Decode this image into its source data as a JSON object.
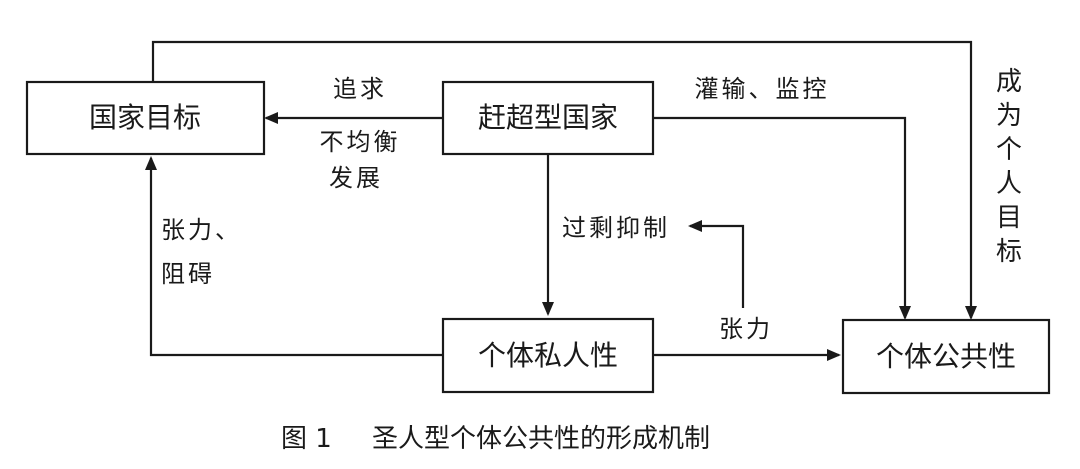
{
  "nodes": {
    "national_goal": "国家目标",
    "catch_up_state": "赶超型国家",
    "private_nature": "个体私人性",
    "public_nature": "个体公共性"
  },
  "edges": {
    "pursuit": "追求",
    "uneven_line1": "不均衡",
    "uneven_line2": "发展",
    "indoctrinate": "灌输、监控",
    "become_goal_chars": [
      "成",
      "为",
      "个",
      "人",
      "目",
      "标"
    ],
    "excess_suppression": "过剩抑制",
    "tension_obstacle_line1": "张力、",
    "tension_obstacle_line2": "阻碍",
    "tension": "张力"
  },
  "caption": {
    "number": "图 1",
    "title": "圣人型个体公共性的形成机制"
  },
  "colors": {
    "ink": "#1a1a1a",
    "background": "#ffffff"
  }
}
